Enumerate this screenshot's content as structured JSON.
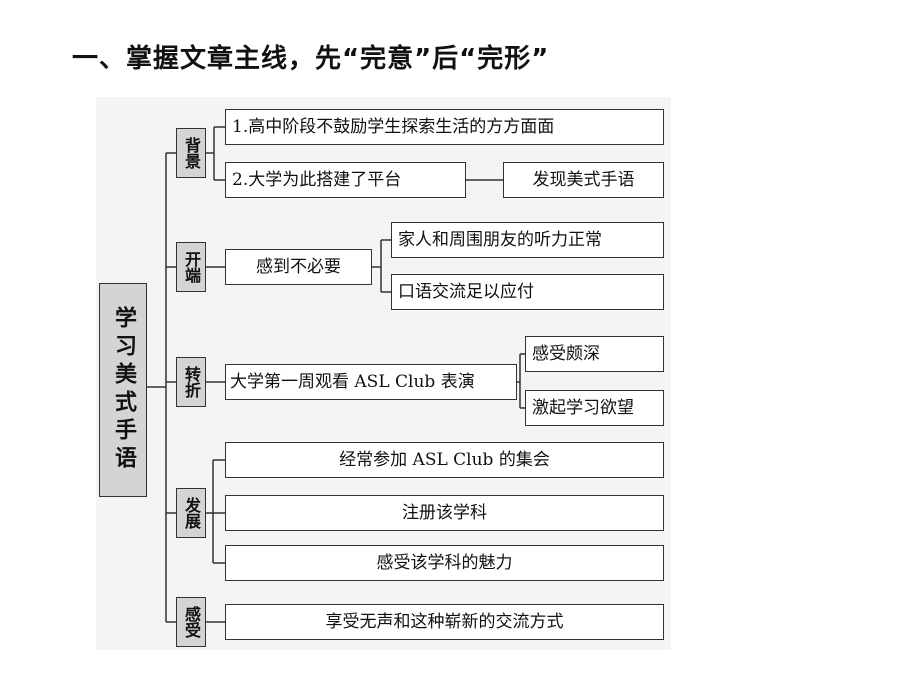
{
  "title": "一、掌握文章主线，先“完意”后“完形”",
  "root": "学习美式手语",
  "categories": {
    "background": "背景",
    "start": "开端",
    "turn": "转折",
    "development": "发展",
    "feeling": "感受"
  },
  "nodes": {
    "bg_1": "1.高中阶段不鼓励学生探索生活的方方面面",
    "bg_2": "2.大学为此搭建了平台",
    "bg_2_result": "发现美式手语",
    "start_main": "感到不必要",
    "start_reason_1": "家人和周围朋友的听力正常",
    "start_reason_2": "口语交流足以应付",
    "turn_main": "大学第一周观看 ASL Club 表演",
    "turn_result_1": "感受颇深",
    "turn_result_2": "激起学习欲望",
    "dev_1": "经常参加 ASL Club 的集会",
    "dev_2": "注册该学科",
    "dev_3": "感受该学科的魅力",
    "feeling_1": "享受无声和这种崭新的交流方式"
  }
}
